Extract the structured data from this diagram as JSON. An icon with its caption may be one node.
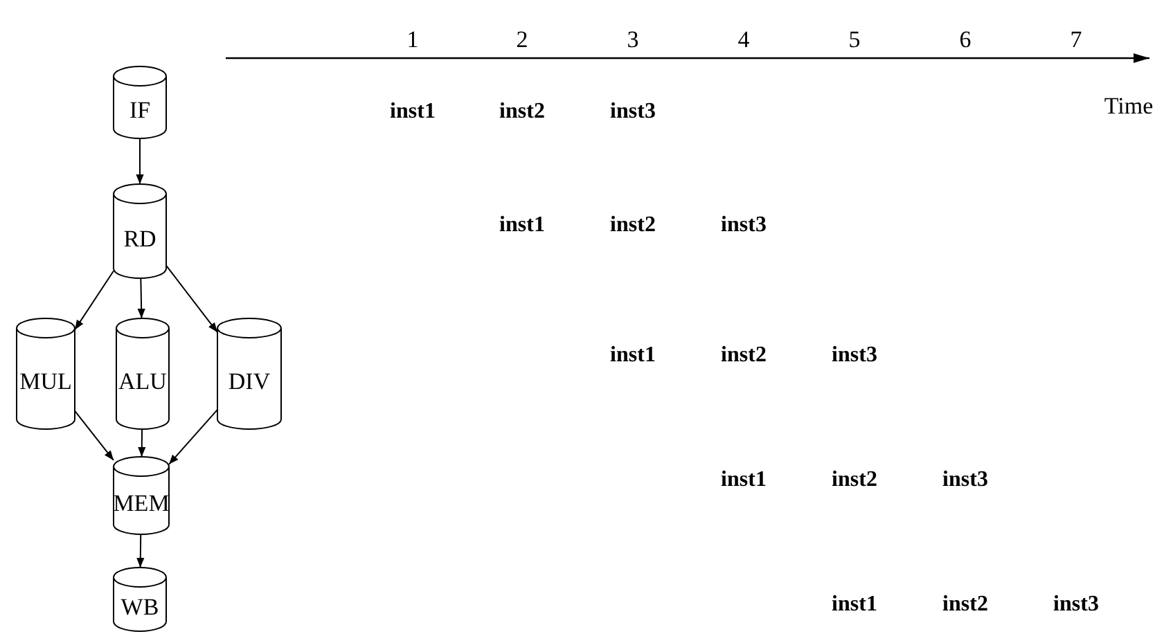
{
  "diagram": {
    "nodes": [
      {
        "text": [
          "IF"
        ]
      },
      {
        "text": [
          "RD"
        ]
      },
      {
        "text": [
          "MUL"
        ]
      },
      {
        "text": [
          "ALU"
        ]
      },
      {
        "text": [
          "DIV"
        ]
      },
      {
        "text": [
          "MEM"
        ]
      },
      {
        "text": [
          "WB"
        ]
      }
    ],
    "edges": [
      {
        "from": 0,
        "to": 1,
        "arrow": "to"
      },
      {
        "from": 1,
        "to": 2,
        "arrow": "to"
      },
      {
        "from": 1,
        "to": 3,
        "arrow": "to"
      },
      {
        "from": 1,
        "to": 4,
        "arrow": "to"
      },
      {
        "from": 2,
        "to": 5,
        "arrow": "to"
      },
      {
        "from": 3,
        "to": 5,
        "arrow": "to"
      },
      {
        "from": 4,
        "to": 5,
        "arrow": "to"
      },
      {
        "from": 5,
        "to": 6,
        "arrow": "to"
      }
    ],
    "labels": [
      "1",
      "2",
      "3",
      "4",
      "5",
      "6",
      "7",
      "inst1",
      "inst2",
      "inst3",
      "Time",
      "inst1",
      "inst2",
      "inst3",
      "inst1",
      "inst2",
      "inst3",
      "inst1",
      "inst2",
      "inst3",
      "inst1",
      "inst2",
      "inst3"
    ]
  }
}
